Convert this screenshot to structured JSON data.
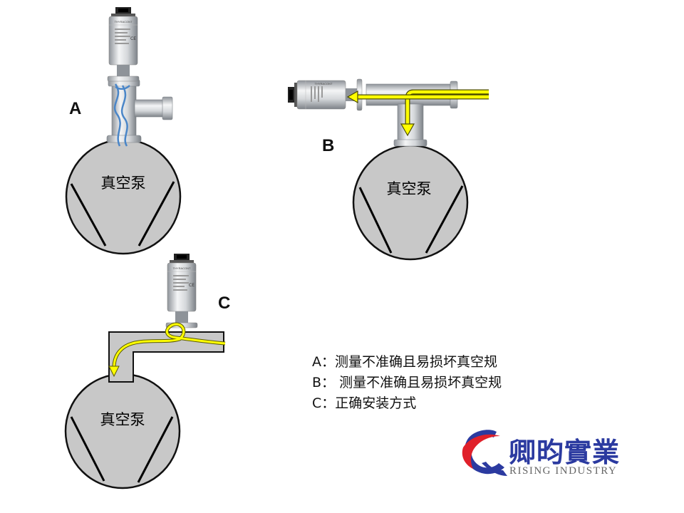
{
  "labels": {
    "a": "A",
    "b": "B",
    "c": "C"
  },
  "pump_label": "真空泵",
  "gauge_brand": "THYRACONT",
  "notes": [
    {
      "key": "A：",
      "text": "测量不准确且易损坏真空规"
    },
    {
      "key": "B：",
      "text": " 测量不准确且易损坏真空规"
    },
    {
      "key": "C：",
      "text": "正确安装方式"
    }
  ],
  "logo": {
    "cn": "卿昀實業",
    "en": "RISING INDUSTRY"
  },
  "colors": {
    "pump_fill": "#c8c8c8",
    "flow_yellow": "#ffff00",
    "vapor_blue": "#4a86c8",
    "logo_blue": "#2b3aa0",
    "logo_red": "#e0202a"
  }
}
